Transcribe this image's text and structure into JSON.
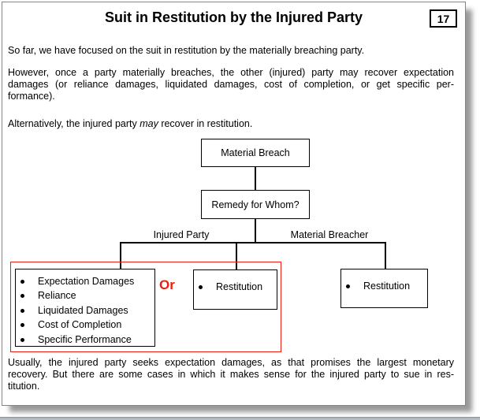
{
  "page": {
    "title": "Suit in Restitution by the Injured Party",
    "page_number": "17"
  },
  "paragraphs": {
    "p1": "So far, we have focused on the suit in restitution by the materially breaching party.",
    "p2": {
      "line1": "However, once a party materially breaches, the other (injured) party may recover expectation",
      "line2": "damages (or reliance damages, liquidated damages, cost of completion, or get specific per-",
      "line3": "formance)."
    },
    "p3": {
      "pre": "Alternatively, the injured party ",
      "emphasis": "may",
      "post": " recover in restitution."
    },
    "p4": {
      "line1": "Usually, the injured party seeks expectation damages, as that promises the largest monetary",
      "line2": "recovery. But there are some cases in which it makes sense for the injured party to sue in res-",
      "line3": "titution."
    }
  },
  "diagram": {
    "root_box_label": "Material Breach",
    "decision_box_label": "Remedy for Whom?",
    "branch_left_label": "Injured Party",
    "branch_right_label": "Material Breacher",
    "or_label": "Or",
    "injured_damages_items": [
      "Expectation Damages",
      "Reliance",
      "Liquidated Damages",
      "Cost of Completion",
      "Specific Performance"
    ],
    "injured_restitution_items": [
      "Restitution"
    ],
    "breacher_restitution_items": [
      "Restitution"
    ],
    "highlight_color": "#ee1c0c",
    "line_color": "#000000"
  }
}
